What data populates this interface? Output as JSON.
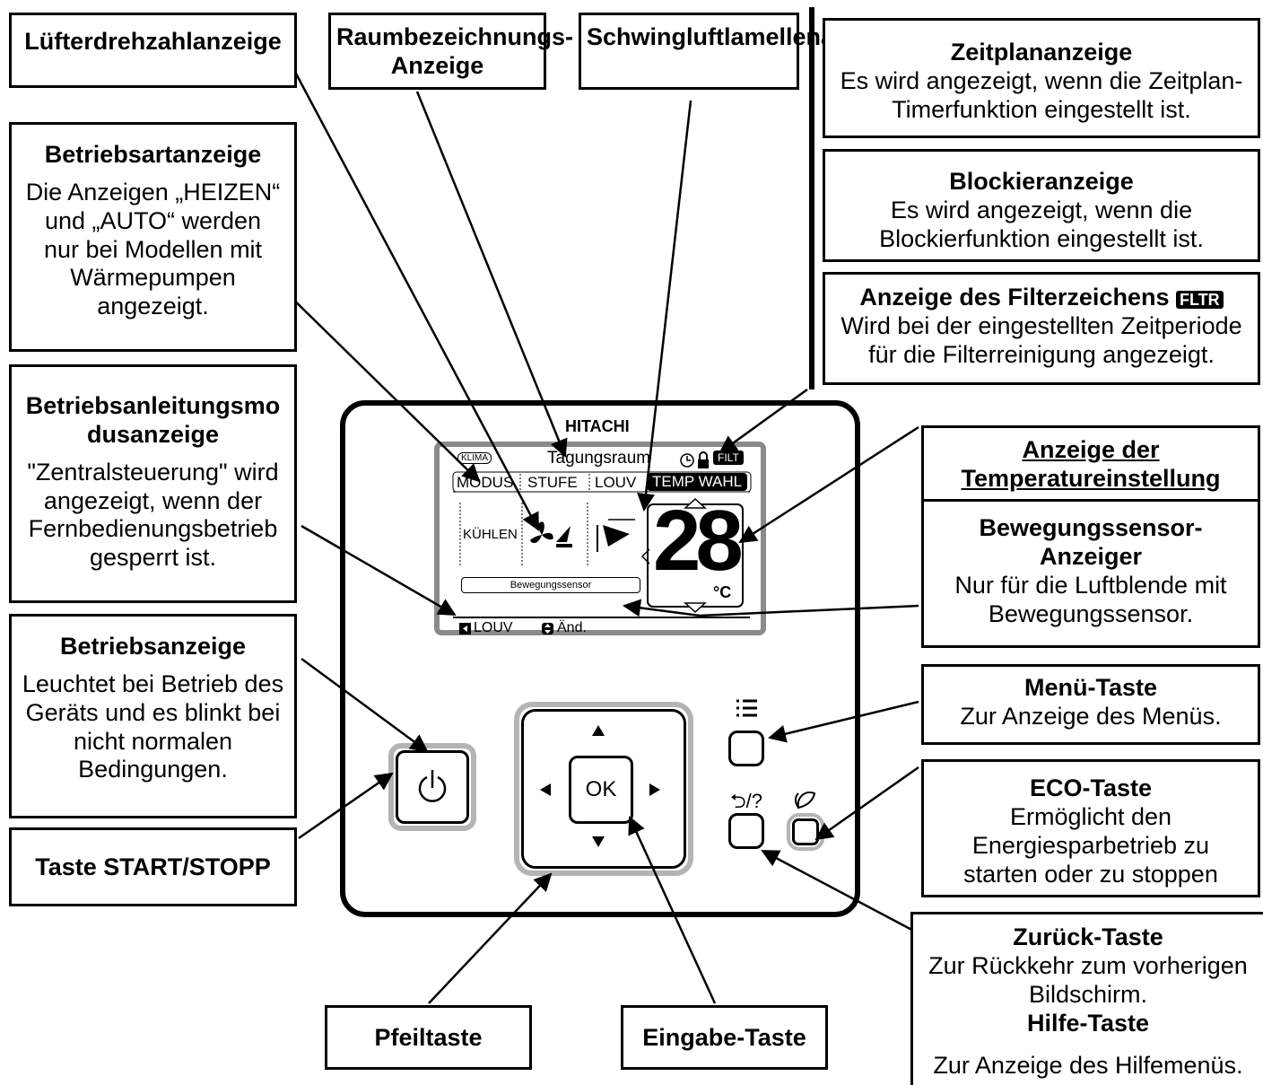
{
  "callouts": {
    "fan_speed": "Lüfterdrehzahlanzeige",
    "room_name": "Raumbezeichnungs-Anzeige",
    "louver": "Schwingluftlamellenanzeige",
    "schedule": {
      "title": "Zeitplananzeige",
      "body": "Es wird angezeigt, wenn die Zeitplan-Timerfunktion eingestellt ist."
    },
    "lock": {
      "title": "Blockieranzeige",
      "body": "Es wird angezeigt, wenn die Blockierfunktion eingestellt ist."
    },
    "filter": {
      "title": "Anzeige des Filterzeichens",
      "badge": "FLTR",
      "body": "Wird bei der eingestellten Zeitperiode für die Filterreinigung angezeigt."
    },
    "mode": {
      "title": "Betriebsartanzeige",
      "body": "Die Anzeigen „HEIZEN“ und „AUTO“ werden nur bei Modellen mit Wärmepumpen angezeigt."
    },
    "guide": {
      "title": "Betriebsanleitungsmodusanzeige",
      "body": "\"Zentralsteuerung\" wird angezeigt, wenn der Fernbedienungsbetrieb gesperrt ist."
    },
    "operation": {
      "title": "Betriebsanzeige",
      "body": "Leuchtet bei Betrieb des Geräts und es blinkt bei nicht normalen Bedingungen."
    },
    "start_stop": "Taste START/STOPP",
    "temperature": "Anzeige der Temperatureinstellung",
    "motion": {
      "title": "Bewegungssensor-Anzeiger",
      "body": "Nur für die Luftblende mit Bewegungssensor."
    },
    "menu": {
      "title": "Menü-Taste",
      "body": "Zur Anzeige des Menüs."
    },
    "eco": {
      "title": "ECO-Taste",
      "body": "Ermöglicht den Energiesparbetrieb zu starten oder zu stoppen"
    },
    "back": {
      "title": "Zurück-Taste",
      "body": "Zur Rückkehr zum vorherigen Bildschirm.",
      "help_title": "Hilfe-Taste",
      "help_body": "Zur Anzeige des Hilfemenüs."
    },
    "arrow": "Pfeiltaste",
    "enter": "Eingabe-Taste"
  },
  "device": {
    "brand": "HITACHI",
    "screen": {
      "klima": "KLIMA",
      "room": "Tagungsraum",
      "filt": "FILT",
      "tab_modus": "MODUS",
      "tab_stufe": "STUFE",
      "tab_louv": "LOUV",
      "tab_temp": "TEMP WAHL",
      "mode_value": "KÜHLEN",
      "temp_value": "28",
      "temp_unit": "°C",
      "motion_label": "Bewegungssensor",
      "soft_left": "LOUV",
      "soft_right": "Änd."
    },
    "ok_label": "OK",
    "back_label": "⮌/?"
  }
}
